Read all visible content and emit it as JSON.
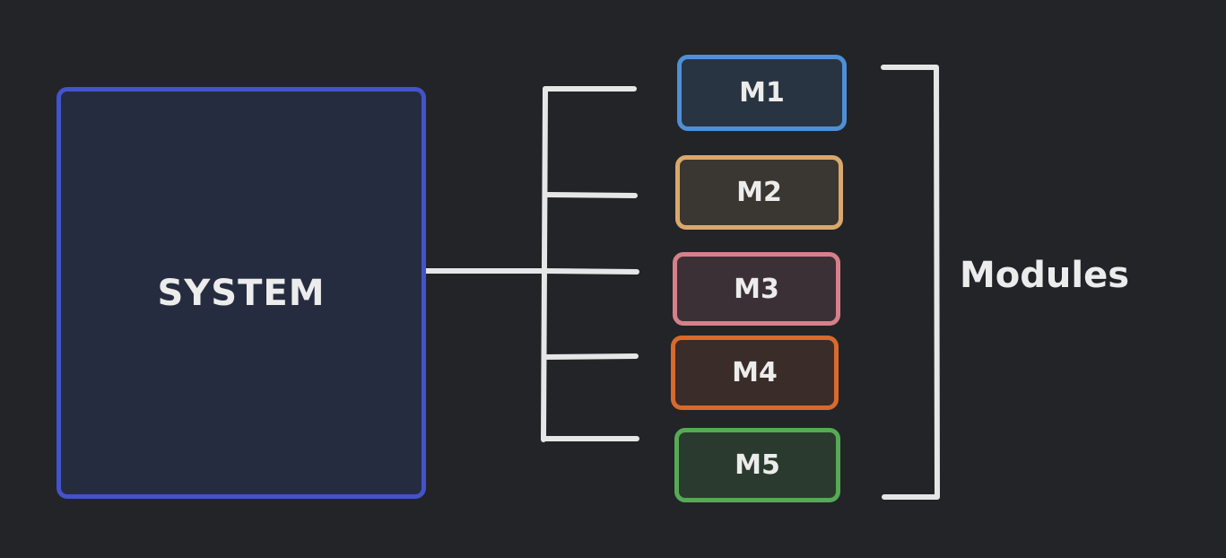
{
  "system": {
    "label": "SYSTEM",
    "border_color": "#4453c9",
    "fill_color": "#262c40"
  },
  "modules": [
    {
      "label": "M1",
      "border_color": "#4f8fd6",
      "fill_color": "#283441"
    },
    {
      "label": "M2",
      "border_color": "#d9a86c",
      "fill_color": "#3a3631"
    },
    {
      "label": "M3",
      "border_color": "#d6808a",
      "fill_color": "#3b3035"
    },
    {
      "label": "M4",
      "border_color": "#d86a2c",
      "fill_color": "#3a2c28"
    },
    {
      "label": "M5",
      "border_color": "#56aa55",
      "fill_color": "#2b3a2e"
    }
  ],
  "group_label": "Modules",
  "line_color": "#e6e6e6"
}
